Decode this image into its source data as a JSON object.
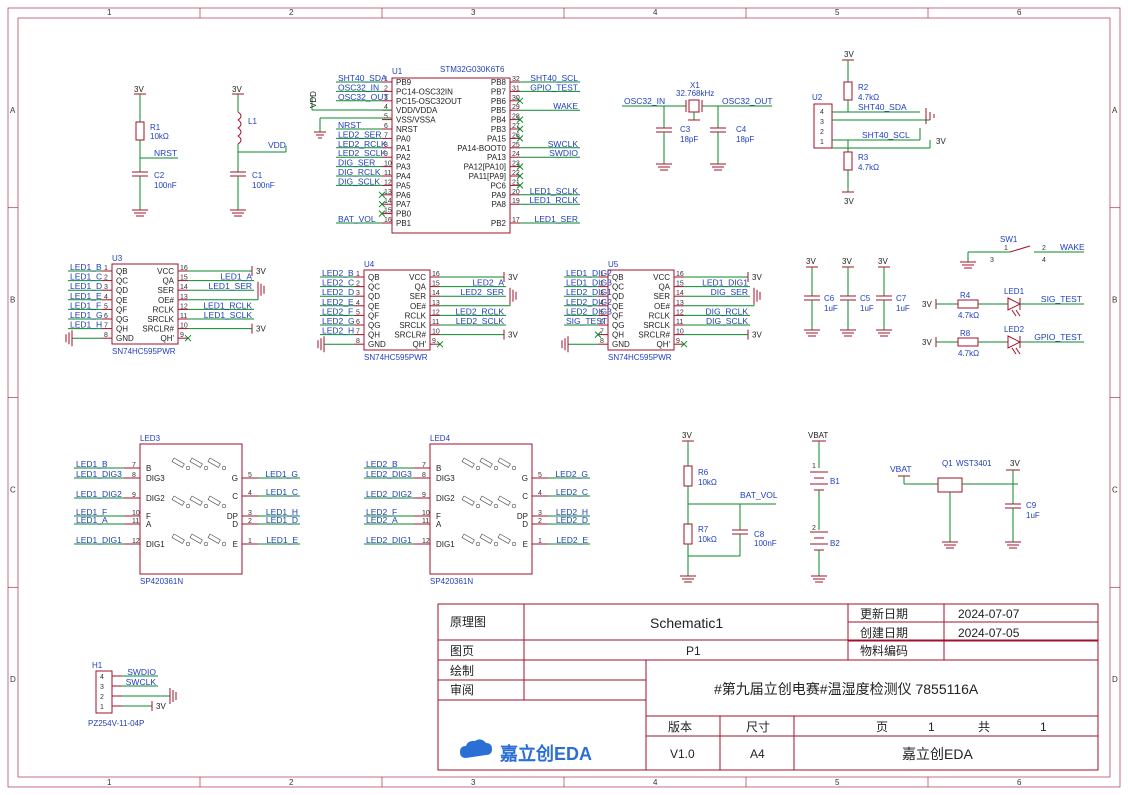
{
  "sheet": {
    "columns": [
      "1",
      "2",
      "3",
      "4",
      "5",
      "6"
    ],
    "rows": [
      "A",
      "B",
      "C",
      "D"
    ]
  },
  "title_block": {
    "schematic_label": "原理图",
    "schematic_name": "Schematic1",
    "update_date_label": "更新日期",
    "update_date": "2024-07-07",
    "create_date_label": "创建日期",
    "create_date": "2024-07-05",
    "page_label": "图页",
    "page_value": "P1",
    "material_label": "物料编码",
    "drawn_label": "绘制",
    "review_label": "审阅",
    "project_title": "#第九届立创电赛#温湿度检测仪 7855116A",
    "version_label": "版本",
    "size_label": "尺寸",
    "page_num_label": "页",
    "page_num": "1",
    "total_label": "共",
    "total_num": "1",
    "logo_text": "嘉立创EDA",
    "version": "V1.0",
    "size": "A4",
    "company": "嘉立创EDA"
  },
  "mcu": {
    "ref": "U1",
    "part": "STM32G030K6T6",
    "left_pins": [
      {
        "num": "1",
        "name": "PB9",
        "net": "SHT40_SDA"
      },
      {
        "num": "2",
        "name": "PC14-OSC32IN",
        "net": "OSC32_IN"
      },
      {
        "num": "3",
        "name": "PC15-OSC32OUT",
        "net": "OSC32_OUT"
      },
      {
        "num": "4",
        "name": "VDD/VDDA",
        "net": "VDD"
      },
      {
        "num": "5",
        "name": "VSS/VSSA",
        "net": ""
      },
      {
        "num": "6",
        "name": "NRST",
        "net": "NRST"
      },
      {
        "num": "7",
        "name": "PA0",
        "net": "LED2_SER"
      },
      {
        "num": "8",
        "name": "PA1",
        "net": "LED2_RCLK"
      },
      {
        "num": "9",
        "name": "PA2",
        "net": "LED2_SCLK"
      },
      {
        "num": "10",
        "name": "PA3",
        "net": "DIG_SER"
      },
      {
        "num": "11",
        "name": "PA4",
        "net": "DIG_RCLK"
      },
      {
        "num": "12",
        "name": "PA5",
        "net": "DIG_SCLK"
      },
      {
        "num": "13",
        "name": "PA6",
        "net": ""
      },
      {
        "num": "14",
        "name": "PA7",
        "net": ""
      },
      {
        "num": "15",
        "name": "PB0",
        "net": ""
      },
      {
        "num": "16",
        "name": "PB1",
        "net": "BAT_VOL"
      }
    ],
    "right_pins": [
      {
        "num": "32",
        "name": "PB8",
        "net": "SHT40_SCL"
      },
      {
        "num": "31",
        "name": "PB7",
        "net": "GPIO_TEST"
      },
      {
        "num": "30",
        "name": "PB6",
        "net": ""
      },
      {
        "num": "29",
        "name": "PB5",
        "net": "WAKE"
      },
      {
        "num": "28",
        "name": "PB4",
        "net": ""
      },
      {
        "num": "27",
        "name": "PB3",
        "net": ""
      },
      {
        "num": "26",
        "name": "PA15",
        "net": ""
      },
      {
        "num": "25",
        "name": "PA14-BOOT0",
        "net": "SWCLK"
      },
      {
        "num": "24",
        "name": "PA13",
        "net": "SWDIO"
      },
      {
        "num": "23",
        "name": "PA12[PA10]",
        "net": ""
      },
      {
        "num": "22",
        "name": "PA11[PA9]",
        "net": ""
      },
      {
        "num": "21",
        "name": "PC6",
        "net": ""
      },
      {
        "num": "20",
        "name": "PA9",
        "net": "LED1_SCLK"
      },
      {
        "num": "19",
        "name": "PA8",
        "net": "LED1_RCLK"
      },
      {
        "num": "17",
        "name": "PB2",
        "net": "LED1_SER"
      }
    ]
  },
  "reset_circuit": {
    "supply": "3V",
    "r_ref": "R1",
    "r_val": "10kΩ",
    "net": "NRST",
    "c_ref": "C2",
    "c_val": "100nF"
  },
  "power_filter": {
    "supply": "3V",
    "l_ref": "L1",
    "net": "VDD",
    "c_ref": "C1",
    "c_val": "100nF"
  },
  "crystal": {
    "ref": "X1",
    "val": "32.768kHz",
    "net_in": "OSC32_IN",
    "net_out": "OSC32_OUT",
    "c3_ref": "C3",
    "c3_val": "18pF",
    "c4_ref": "C4",
    "c4_val": "18pF"
  },
  "sensor": {
    "ref": "U2",
    "supply": "3V",
    "r2_ref": "R2",
    "r2_val": "4.7kΩ",
    "r3_ref": "R3",
    "r3_val": "4.7kΩ",
    "sda": "SHT40_SDA",
    "scl": "SHT40_SCL",
    "pins": [
      "4",
      "3",
      "2",
      "1"
    ],
    "bottom_supply": "3V",
    "side_supply": "3V"
  },
  "shift_regs": [
    {
      "ref": "U3",
      "part": "SN74HC595PWR",
      "left_pins": [
        {
          "num": "1",
          "name": "QB",
          "net": "LED1_B"
        },
        {
          "num": "2",
          "name": "QC",
          "net": "LED1_C"
        },
        {
          "num": "3",
          "name": "QD",
          "net": "LED1_D"
        },
        {
          "num": "4",
          "name": "QE",
          "net": "LED1_E"
        },
        {
          "num": "5",
          "name": "QF",
          "net": "LED1_F"
        },
        {
          "num": "6",
          "name": "QG",
          "net": "LED1_G"
        },
        {
          "num": "7",
          "name": "QH",
          "net": "LED1_H"
        },
        {
          "num": "8",
          "name": "GND",
          "net": ""
        }
      ],
      "right_pins": [
        {
          "num": "16",
          "name": "VCC",
          "net": "3V"
        },
        {
          "num": "15",
          "name": "QA",
          "net": "LED1_A"
        },
        {
          "num": "14",
          "name": "SER",
          "net": "LED1_SER"
        },
        {
          "num": "13",
          "name": "OE#",
          "net": ""
        },
        {
          "num": "12",
          "name": "RCLK",
          "net": "LED1_RCLK"
        },
        {
          "num": "11",
          "name": "SRCLK",
          "net": "LED1_SCLK"
        },
        {
          "num": "10",
          "name": "SRCLR#",
          "net": "3V"
        },
        {
          "num": "9",
          "name": "QH'",
          "net": ""
        }
      ]
    },
    {
      "ref": "U4",
      "part": "SN74HC595PWR",
      "left_pins": [
        {
          "num": "1",
          "name": "QB",
          "net": "LED2_B"
        },
        {
          "num": "2",
          "name": "QC",
          "net": "LED2_C"
        },
        {
          "num": "3",
          "name": "QD",
          "net": "LED2_D"
        },
        {
          "num": "4",
          "name": "QE",
          "net": "LED2_E"
        },
        {
          "num": "5",
          "name": "QF",
          "net": "LED2_F"
        },
        {
          "num": "6",
          "name": "QG",
          "net": "LED2_G"
        },
        {
          "num": "7",
          "name": "QH",
          "net": "LED2_H"
        },
        {
          "num": "8",
          "name": "GND",
          "net": ""
        }
      ],
      "right_pins": [
        {
          "num": "16",
          "name": "VCC",
          "net": "3V"
        },
        {
          "num": "15",
          "name": "QA",
          "net": "LED2_A"
        },
        {
          "num": "14",
          "name": "SER",
          "net": "LED2_SER"
        },
        {
          "num": "13",
          "name": "OE#",
          "net": ""
        },
        {
          "num": "12",
          "name": "RCLK",
          "net": "LED2_RCLK"
        },
        {
          "num": "11",
          "name": "SRCLK",
          "net": "LED2_SCLK"
        },
        {
          "num": "10",
          "name": "SRCLR#",
          "net": "3V"
        },
        {
          "num": "9",
          "name": "QH'",
          "net": ""
        }
      ]
    },
    {
      "ref": "U5",
      "part": "SN74HC595PWR",
      "left_pins": [
        {
          "num": "1",
          "name": "QB",
          "net": "LED1_DIG2"
        },
        {
          "num": "2",
          "name": "QC",
          "net": "LED1_DIG3"
        },
        {
          "num": "3",
          "name": "QD",
          "net": "LED2_DIG1"
        },
        {
          "num": "4",
          "name": "QE",
          "net": "LED2_DIG2"
        },
        {
          "num": "5",
          "name": "QF",
          "net": "LED2_DIG3"
        },
        {
          "num": "6",
          "name": "QG",
          "net": "SIG_TEST"
        },
        {
          "num": "7",
          "name": "QH",
          "net": ""
        },
        {
          "num": "8",
          "name": "GND",
          "net": ""
        }
      ],
      "right_pins": [
        {
          "num": "16",
          "name": "VCC",
          "net": "3V"
        },
        {
          "num": "15",
          "name": "QA",
          "net": "LED1_DIG1"
        },
        {
          "num": "14",
          "name": "SER",
          "net": "DIG_SER"
        },
        {
          "num": "13",
          "name": "OE#",
          "net": ""
        },
        {
          "num": "12",
          "name": "RCLK",
          "net": "DIG_RCLK"
        },
        {
          "num": "11",
          "name": "SRCLK",
          "net": "DIG_SCLK"
        },
        {
          "num": "10",
          "name": "SRCLR#",
          "net": "3V"
        },
        {
          "num": "9",
          "name": "QH'",
          "net": ""
        }
      ]
    }
  ],
  "decoupling": [
    {
      "ref": "C6",
      "val": "1uF",
      "supply": "3V"
    },
    {
      "ref": "C5",
      "val": "1uF",
      "supply": "3V"
    },
    {
      "ref": "C7",
      "val": "1uF",
      "supply": "3V"
    }
  ],
  "switch": {
    "ref": "SW1",
    "net": "WAKE",
    "pins": [
      "1",
      "2",
      "3",
      "4"
    ]
  },
  "indicators": [
    {
      "supply": "3V",
      "r_ref": "R4",
      "r_val": "4.7kΩ",
      "led_ref": "LED1",
      "net": "SIG_TEST"
    },
    {
      "supply": "3V",
      "r_ref": "R8",
      "r_val": "4.7kΩ",
      "led_ref": "LED2",
      "net": "GPIO_TEST"
    }
  ],
  "displays": [
    {
      "ref": "LED3",
      "part": "SP420361N",
      "left": [
        {
          "num": "7",
          "name": "B",
          "net": "LED1_B"
        },
        {
          "num": "8",
          "name": "DIG3",
          "net": "LED1_DIG3"
        },
        {
          "num": "9",
          "name": "DIG2",
          "net": "LED1_DIG2"
        },
        {
          "num": "10",
          "name": "F",
          "net": "LED1_F"
        },
        {
          "num": "11",
          "name": "A",
          "net": "LED1_A"
        },
        {
          "num": "12",
          "name": "DIG1",
          "net": "LED1_DIG1"
        }
      ],
      "right": [
        {
          "num": "5",
          "name": "G",
          "net": "LED1_G"
        },
        {
          "num": "4",
          "name": "C",
          "net": "LED1_C"
        },
        {
          "num": "3",
          "name": "DP",
          "net": "LED1_H"
        },
        {
          "num": "2",
          "name": "D",
          "net": "LED1_D"
        },
        {
          "num": "1",
          "name": "E",
          "net": "LED1_E"
        }
      ]
    },
    {
      "ref": "LED4",
      "part": "SP420361N",
      "left": [
        {
          "num": "7",
          "name": "B",
          "net": "LED2_B"
        },
        {
          "num": "8",
          "name": "DIG3",
          "net": "LED2_DIG3"
        },
        {
          "num": "9",
          "name": "DIG2",
          "net": "LED2_DIG2"
        },
        {
          "num": "10",
          "name": "F",
          "net": "LED2_F"
        },
        {
          "num": "11",
          "name": "A",
          "net": "LED2_A"
        },
        {
          "num": "12",
          "name": "DIG1",
          "net": "LED2_DIG1"
        }
      ],
      "right": [
        {
          "num": "5",
          "name": "G",
          "net": "LED2_G"
        },
        {
          "num": "4",
          "name": "C",
          "net": "LED2_C"
        },
        {
          "num": "3",
          "name": "DP",
          "net": "LED2_H"
        },
        {
          "num": "2",
          "name": "D",
          "net": "LED2_D"
        },
        {
          "num": "1",
          "name": "E",
          "net": "LED2_E"
        }
      ]
    }
  ],
  "battery_divider": {
    "supply": "3V",
    "r6_ref": "R6",
    "r6_val": "10kΩ",
    "r7_ref": "R7",
    "r7_val": "10kΩ",
    "c8_ref": "C8",
    "c8_val": "100nF",
    "net": "BAT_VOL"
  },
  "battery": {
    "net": "VBAT",
    "b1": "B1",
    "b2": "B2",
    "pins": [
      "1",
      "2"
    ]
  },
  "load_switch": {
    "net_in": "VBAT",
    "ref": "Q1",
    "part": "WST3401",
    "supply": "3V",
    "c_ref": "C9",
    "c_val": "1uF"
  },
  "header": {
    "ref": "H1",
    "part": "PZ254V-11-04P",
    "pins": [
      {
        "num": "4",
        "net": "SWDIO"
      },
      {
        "num": "3",
        "net": "SWCLK"
      },
      {
        "num": "2",
        "net": ""
      },
      {
        "num": "1",
        "net": "3V"
      }
    ]
  }
}
